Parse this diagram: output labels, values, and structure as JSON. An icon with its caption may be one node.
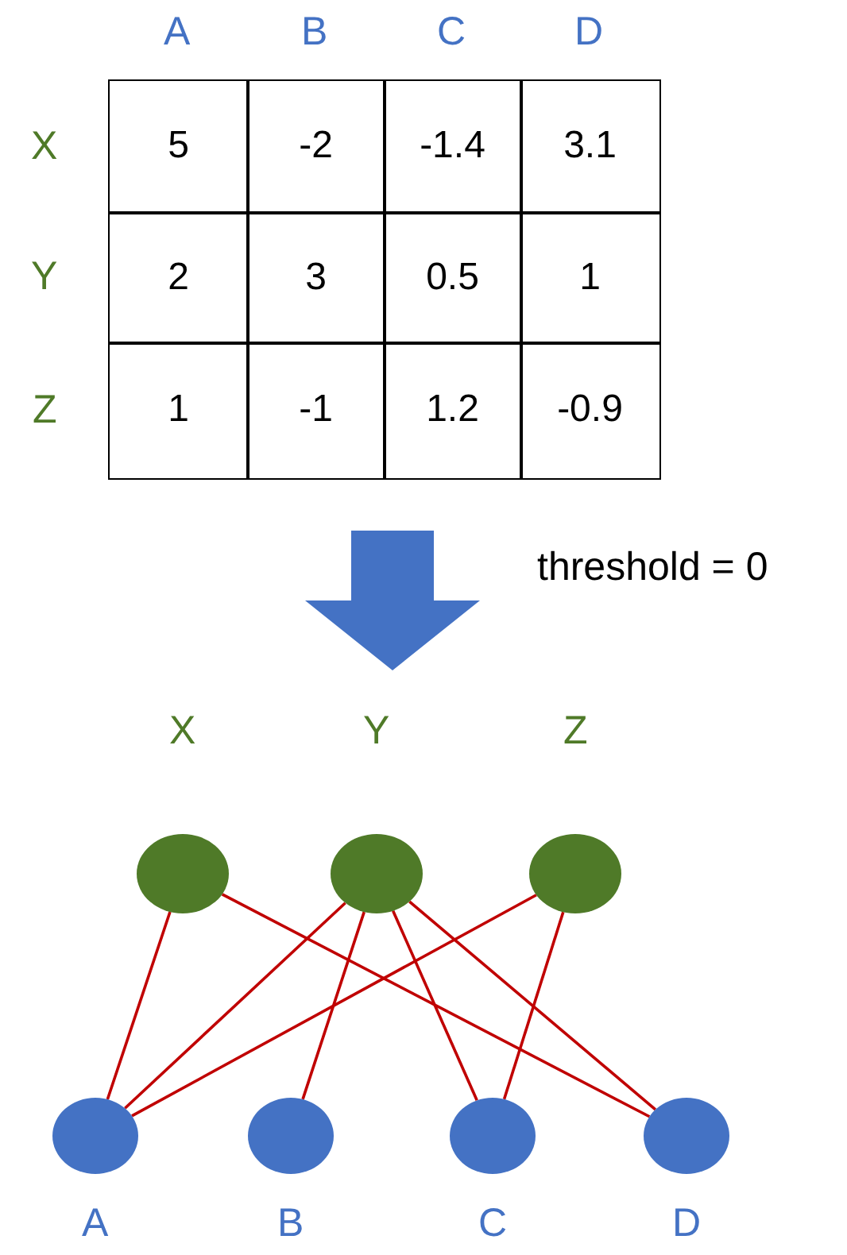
{
  "diagram": {
    "nodes": [
      {
        "text": [],
        "shape": "circle",
        "beside": [
          "X"
        ]
      },
      {
        "text": [],
        "shape": "circle",
        "beside": [
          "Y"
        ]
      },
      {
        "text": [],
        "shape": "circle",
        "beside": [
          "Z"
        ]
      },
      {
        "text": [],
        "shape": "circle",
        "beside": [
          "A"
        ]
      },
      {
        "text": [],
        "shape": "circle",
        "beside": [
          "B"
        ]
      },
      {
        "text": [],
        "shape": "circle",
        "beside": [
          "C"
        ]
      },
      {
        "text": [],
        "shape": "circle",
        "beside": [
          "D"
        ]
      }
    ],
    "edges": [
      {
        "from": 0,
        "to": 3,
        "arrow": "none"
      },
      {
        "from": 0,
        "to": 6,
        "arrow": "none"
      },
      {
        "from": 1,
        "to": 3,
        "arrow": "none"
      },
      {
        "from": 1,
        "to": 4,
        "arrow": "none"
      },
      {
        "from": 1,
        "to": 5,
        "arrow": "none"
      },
      {
        "from": 1,
        "to": 6,
        "arrow": "none"
      },
      {
        "from": 2,
        "to": 3,
        "arrow": "none"
      },
      {
        "from": 2,
        "to": 5,
        "arrow": "none"
      }
    ],
    "labels": [
      "A",
      "B",
      "C",
      "D",
      "X",
      "5",
      "-2",
      "-1.4",
      "3.1",
      "Y",
      "2",
      "3",
      "0.5",
      "1",
      "Z",
      "1",
      "-1",
      "1.2",
      "-0.9",
      "threshold = 0"
    ]
  }
}
